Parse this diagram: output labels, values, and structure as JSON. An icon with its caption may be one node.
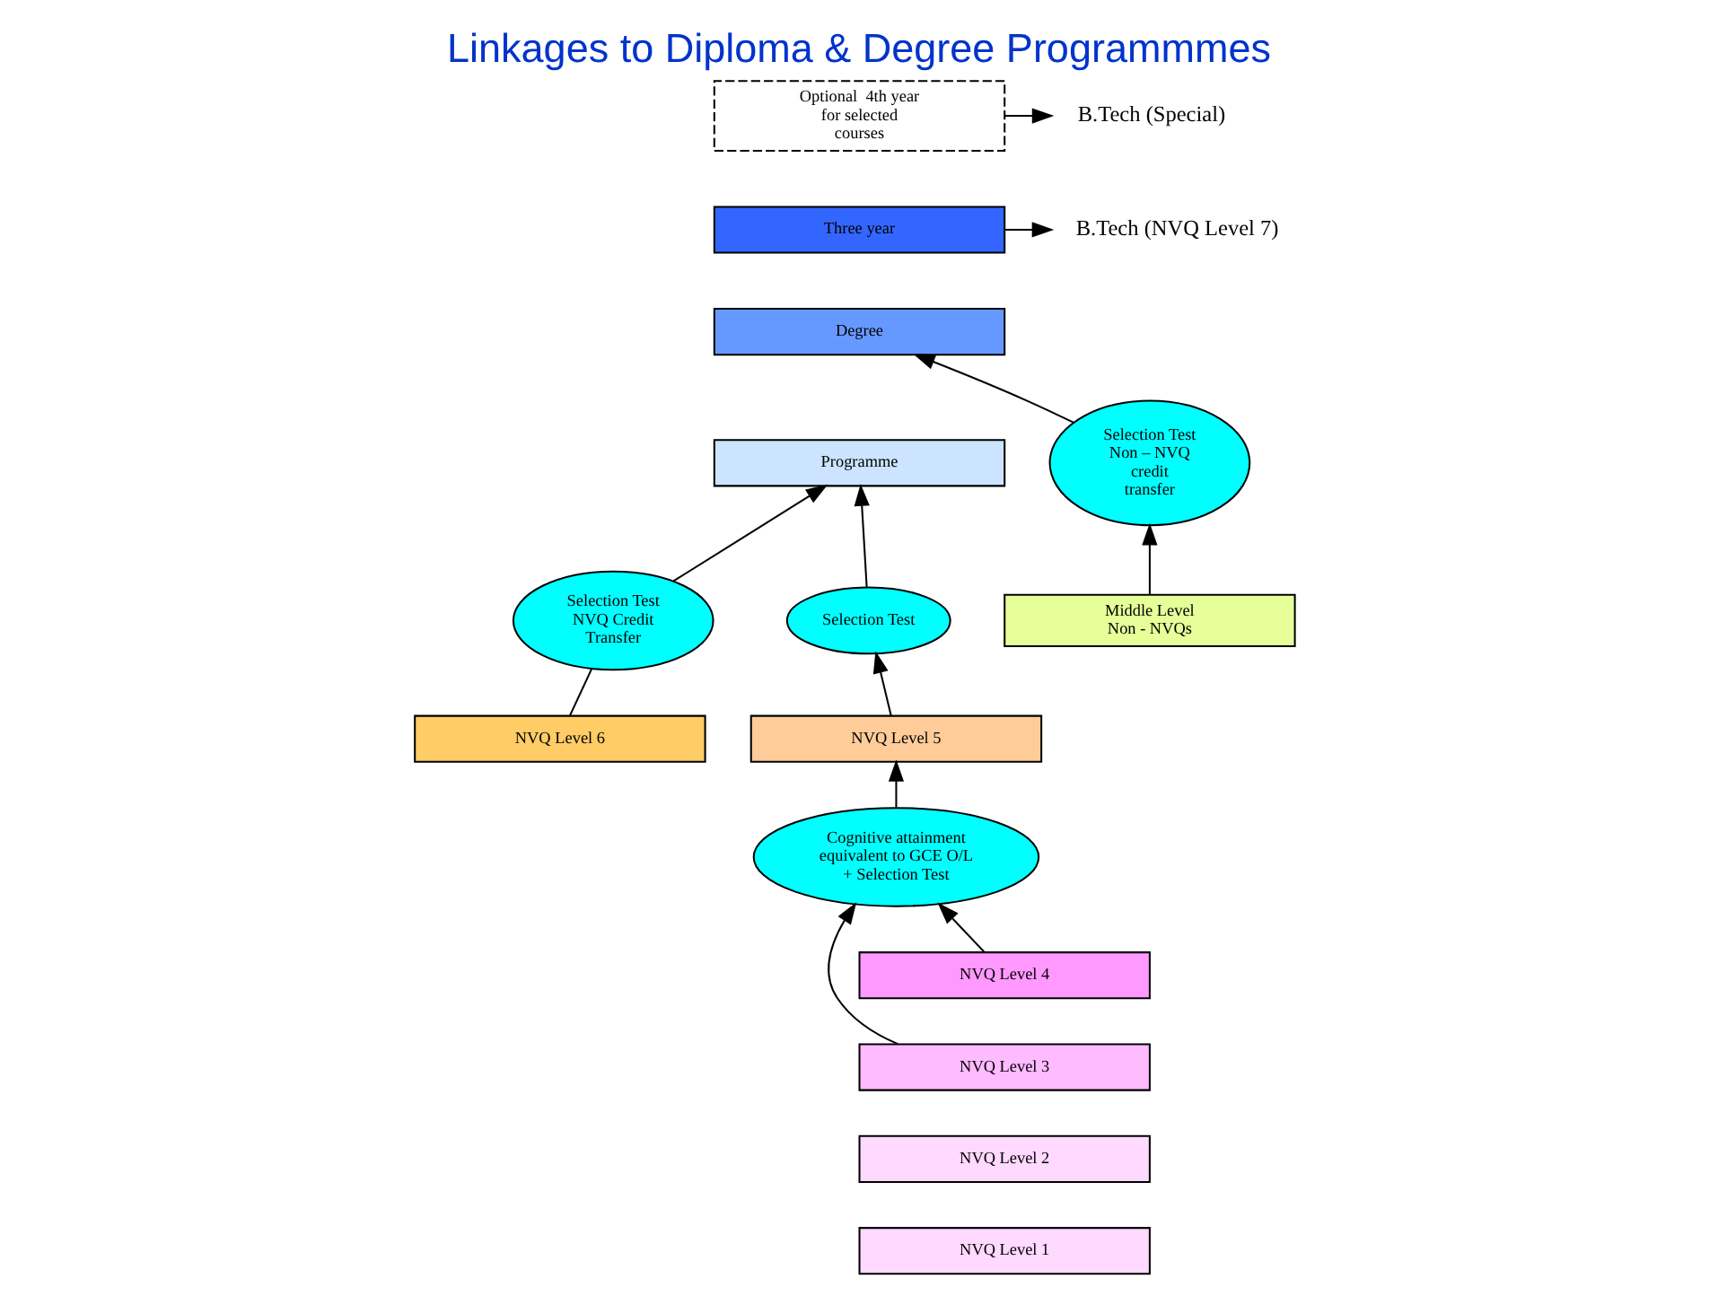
{
  "diagram": {
    "title": "Linkages to Diploma & Degree Programmmes",
    "nodes": [
      {
        "text": [
          "B.Tech (Special)"
        ]
      },
      {
        "text": [
          "B.Tech (NVQ Level 7)"
        ]
      },
      {
        "text": [
          "Optional  4th year for selected courses"
        ]
      },
      {
        "text": [
          "Three year"
        ]
      },
      {
        "text": [
          "Degree"
        ]
      },
      {
        "text": [
          "Programme"
        ]
      },
      {
        "text": [
          "Selection Test NVQ Credit Transfer"
        ]
      },
      {
        "text": [
          "Selection Test"
        ]
      },
      {
        "text": [
          "Selection Test Non – NVQ credit transfer"
        ]
      },
      {
        "text": [
          "Middle Level Non - NVQs"
        ]
      },
      {
        "text": [
          "NVQ Level 6"
        ]
      },
      {
        "text": [
          "NVQ Level 5"
        ]
      },
      {
        "text": [
          "Cognitive attainment equivalent to GCE O/L + Selection Test"
        ]
      },
      {
        "text": [
          "NVQ Level 4"
        ]
      },
      {
        "text": [
          "NVQ Level 3"
        ]
      },
      {
        "text": [
          "NVQ Level 2"
        ]
      },
      {
        "text": [
          "NVQ Level 1"
        ]
      }
    ],
    "edges": [
      {
        "from": 2,
        "to": 0,
        "arrow": "to"
      },
      {
        "from": 3,
        "to": 1,
        "arrow": "to"
      },
      {
        "from": 6,
        "to": 5,
        "arrow": "to"
      },
      {
        "from": 7,
        "to": 5,
        "arrow": "to"
      },
      {
        "from": 8,
        "to": 4,
        "arrow": "to"
      },
      {
        "from": 9,
        "to": 8,
        "arrow": "to"
      },
      {
        "from": 10,
        "to": 6,
        "arrow": "none"
      },
      {
        "from": 11,
        "to": 7,
        "arrow": "to"
      },
      {
        "from": 12,
        "to": 11,
        "arrow": "to"
      },
      {
        "from": 13,
        "to": 12,
        "arrow": "to"
      },
      {
        "from": 14,
        "to": 12,
        "arrow": "to"
      }
    ]
  }
}
